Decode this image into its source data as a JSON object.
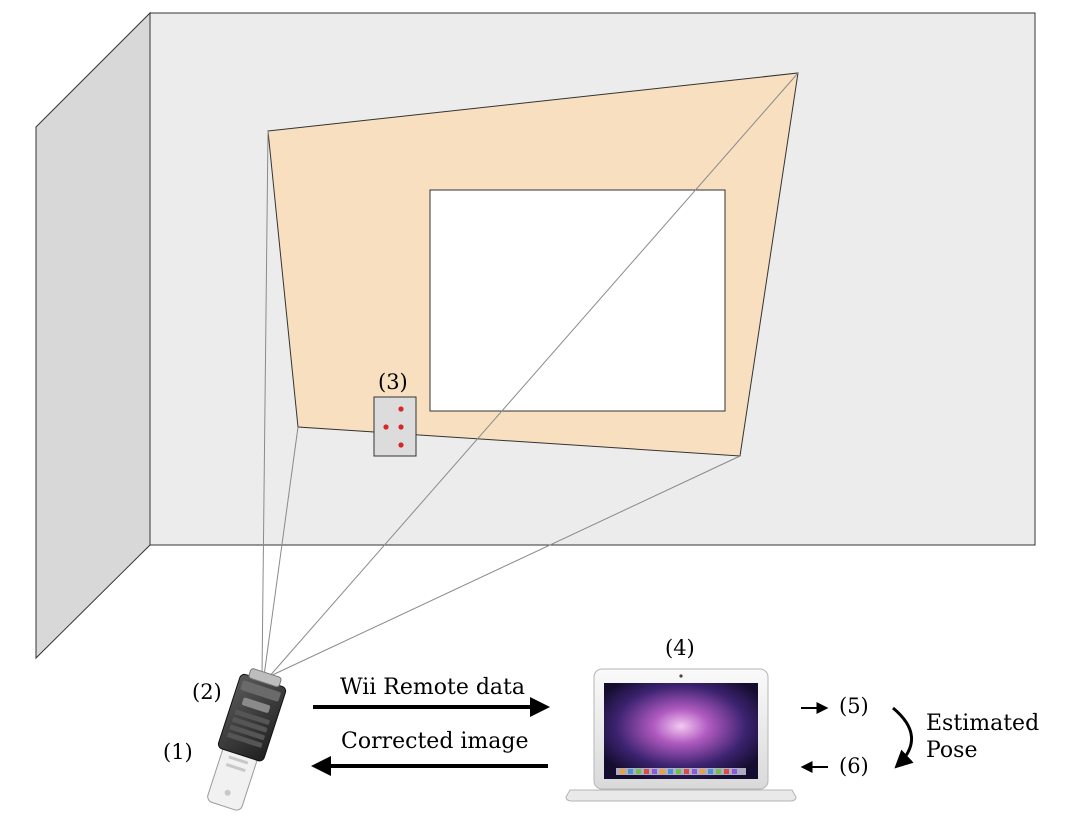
{
  "labels": {
    "projector_remote": "(1)",
    "projector": "(2)",
    "ir_marker_panel": "(3)",
    "laptop": "(4)",
    "step_5": "(5)",
    "step_6": "(6)"
  },
  "arrows": {
    "to_laptop": "Wii Remote data",
    "to_projector": "Corrected image"
  },
  "estimated_pose": {
    "line1": "Estimated",
    "line2": "Pose"
  },
  "colors": {
    "wall_back": "#ececec",
    "wall_side": "#d8d8d8",
    "projection": "#f7dfc0",
    "ir_dot": "#d8262b",
    "projector_body": "#3a3a3a",
    "laptop_body": "#f2f2f2",
    "screen_bg": "#2b1a4f"
  },
  "icons": {
    "projector": "pico-projector-with-wii-remote-icon",
    "laptop": "macbook-laptop-icon",
    "ir_panel": "ir-led-marker-panel-icon"
  }
}
